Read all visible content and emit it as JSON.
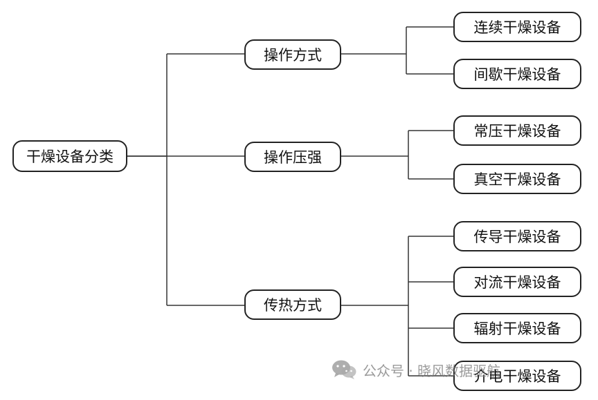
{
  "root": {
    "label": "干燥设备分类"
  },
  "categories": [
    {
      "label": "操作方式",
      "children": [
        "连续干燥设备",
        "间歇干燥设备"
      ]
    },
    {
      "label": "操作压强",
      "children": [
        "常压干燥设备",
        "真空干燥设备"
      ]
    },
    {
      "label": "传热方式",
      "children": [
        "传导干燥设备",
        "对流干燥设备",
        "辐射干燥设备",
        "介电干燥设备"
      ]
    }
  ],
  "watermark": {
    "text": "公众号 · 晓风数据驱航",
    "icon": "wechat-icon"
  }
}
